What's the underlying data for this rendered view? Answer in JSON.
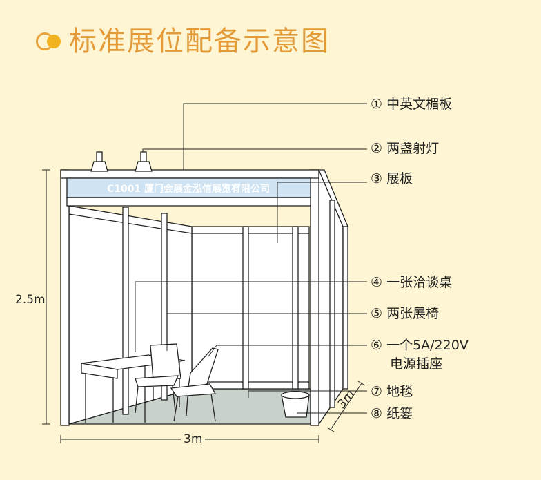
{
  "title": "标准展位配备示意图",
  "fascia_text": "C1001 厦门会展金泓信展览有限公司",
  "labels": [
    "① 中英文楣板",
    "② 两盏射灯",
    "③ 展板",
    "④ 一张洽谈桌",
    "⑤ 两张展椅",
    "⑥ 一个5A/220V",
    "电源插座",
    "⑦ 地毯",
    "⑧ 纸篓"
  ],
  "dimensions": {
    "height": "2.5m",
    "width": "3m",
    "depth": "3m"
  },
  "colors": {
    "background": "#FDF5D3",
    "title": "#E39A37",
    "fascia": "#CFE3F2",
    "fascia_text": "#FFFFFF",
    "carpet": "#C9D1CB",
    "line": "#222222"
  }
}
